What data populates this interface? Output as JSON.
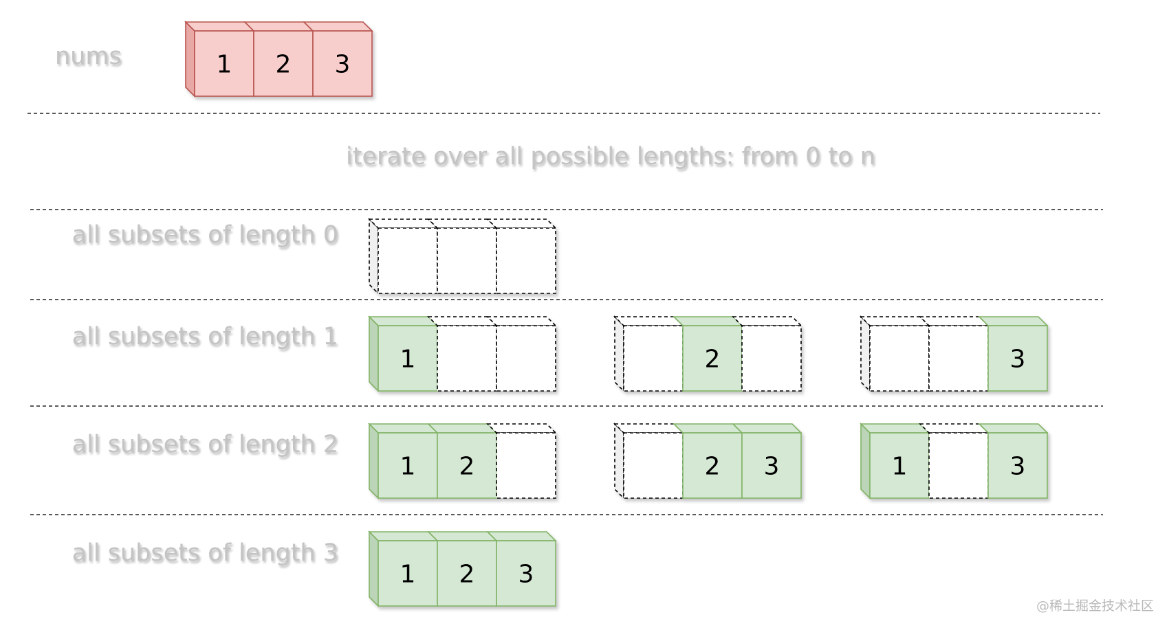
{
  "nums_label": "nums",
  "header_text": "iterate over all possible lengths: from 0 to n",
  "nums": [
    "1",
    "2",
    "3"
  ],
  "colors": {
    "nums_fill": "#f8cecc",
    "nums_stroke": "#b85450",
    "selected_fill": "#d5e8d4",
    "selected_stroke": "#82b366",
    "empty_stroke": "#000000",
    "label": "#c4c4c4"
  },
  "rows": [
    {
      "label": "all subsets of length 0",
      "subsets": [
        [
          null,
          null,
          null
        ]
      ]
    },
    {
      "label": "all subsets of length 1",
      "subsets": [
        [
          "1",
          null,
          null
        ],
        [
          null,
          "2",
          null
        ],
        [
          null,
          null,
          "3"
        ]
      ]
    },
    {
      "label": "all subsets of length 2",
      "subsets": [
        [
          "1",
          "2",
          null
        ],
        [
          null,
          "2",
          "3"
        ],
        [
          "1",
          null,
          "3"
        ]
      ]
    },
    {
      "label": "all subsets of length 3",
      "subsets": [
        [
          "1",
          "2",
          "3"
        ]
      ]
    }
  ],
  "watermark": "@稀土掘金技术社区"
}
